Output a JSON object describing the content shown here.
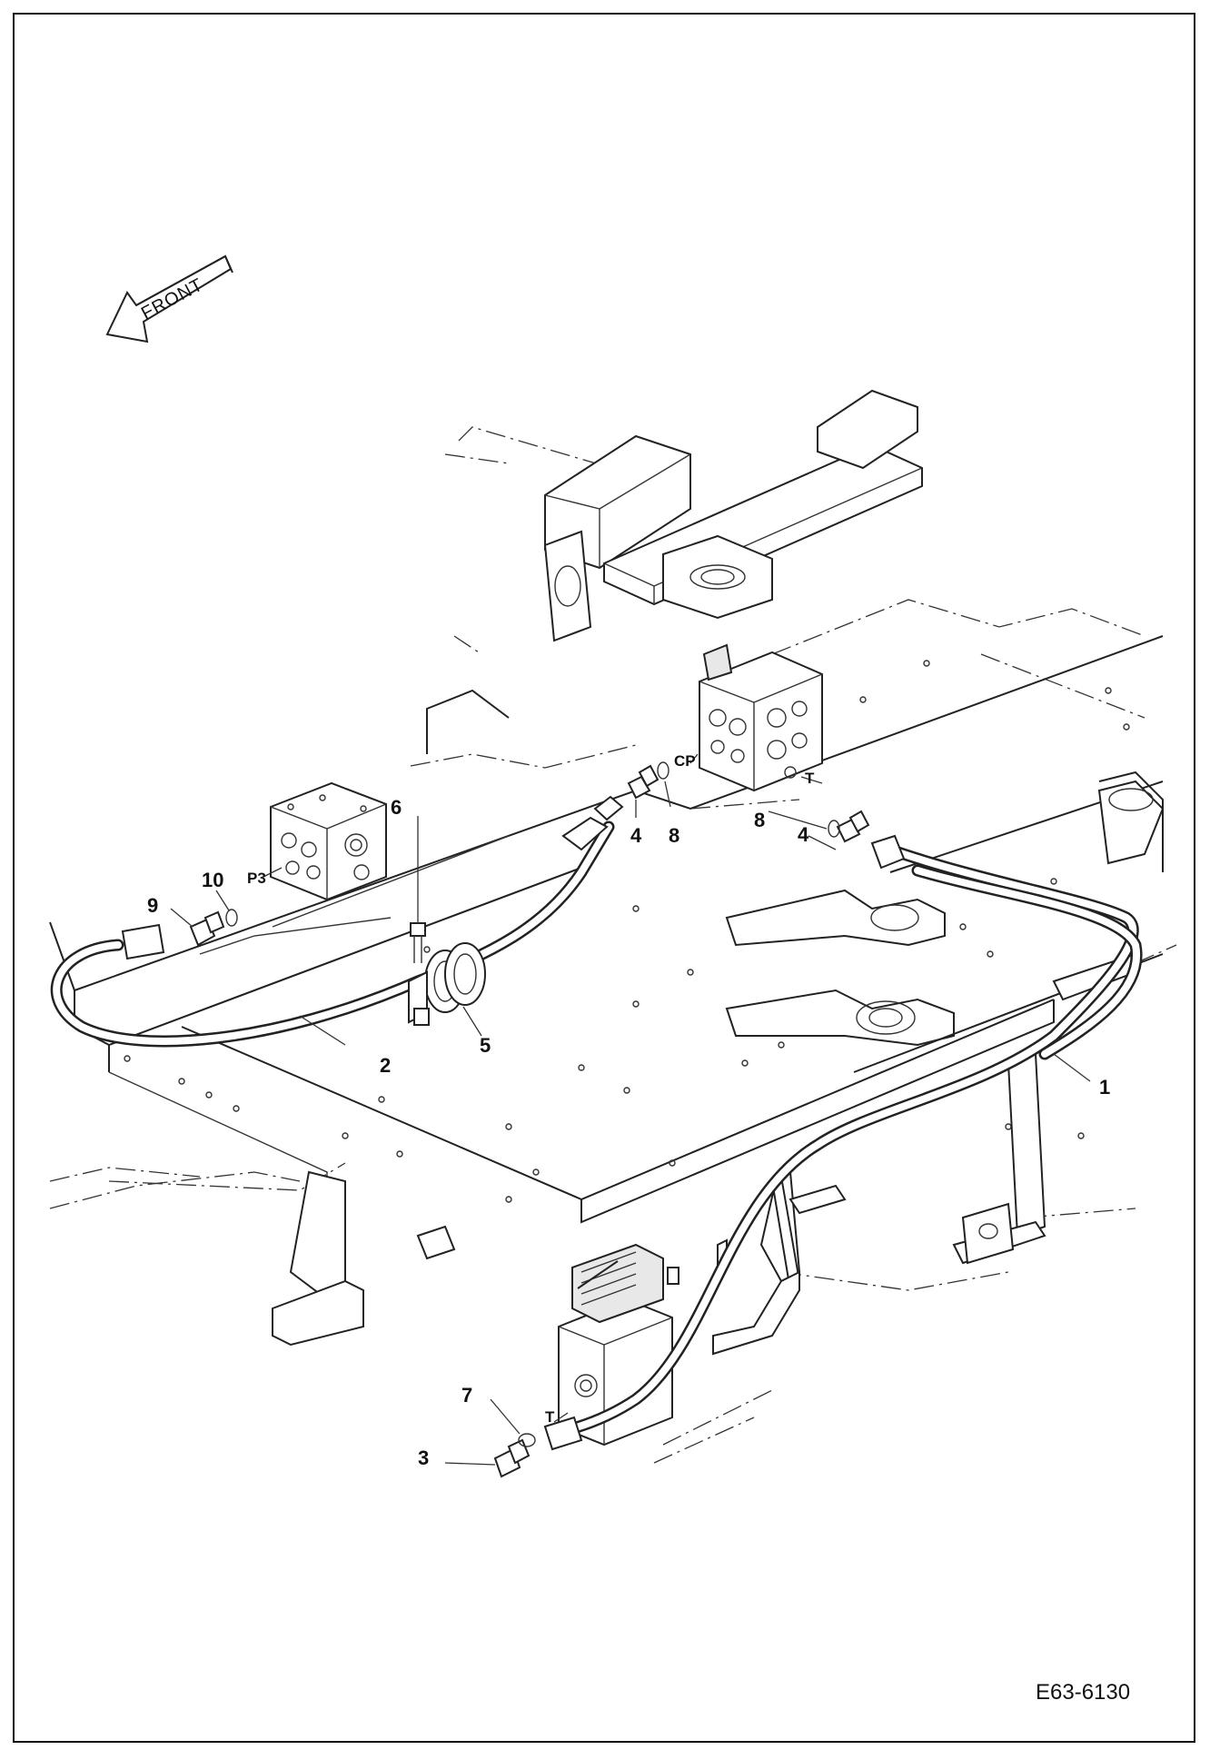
{
  "diagram": {
    "figure_id": "E63-6130",
    "front_label": "FRONT",
    "ports": {
      "p3": "P3",
      "cp": "CP",
      "t_upper": "T",
      "t_lower": "T"
    },
    "callouts": {
      "c1": "1",
      "c2": "2",
      "c3": "3",
      "c4a": "4",
      "c4b": "4",
      "c5": "5",
      "c6": "6",
      "c7": "7",
      "c8a": "8",
      "c8b": "8",
      "c9": "9",
      "c10": "10"
    }
  }
}
